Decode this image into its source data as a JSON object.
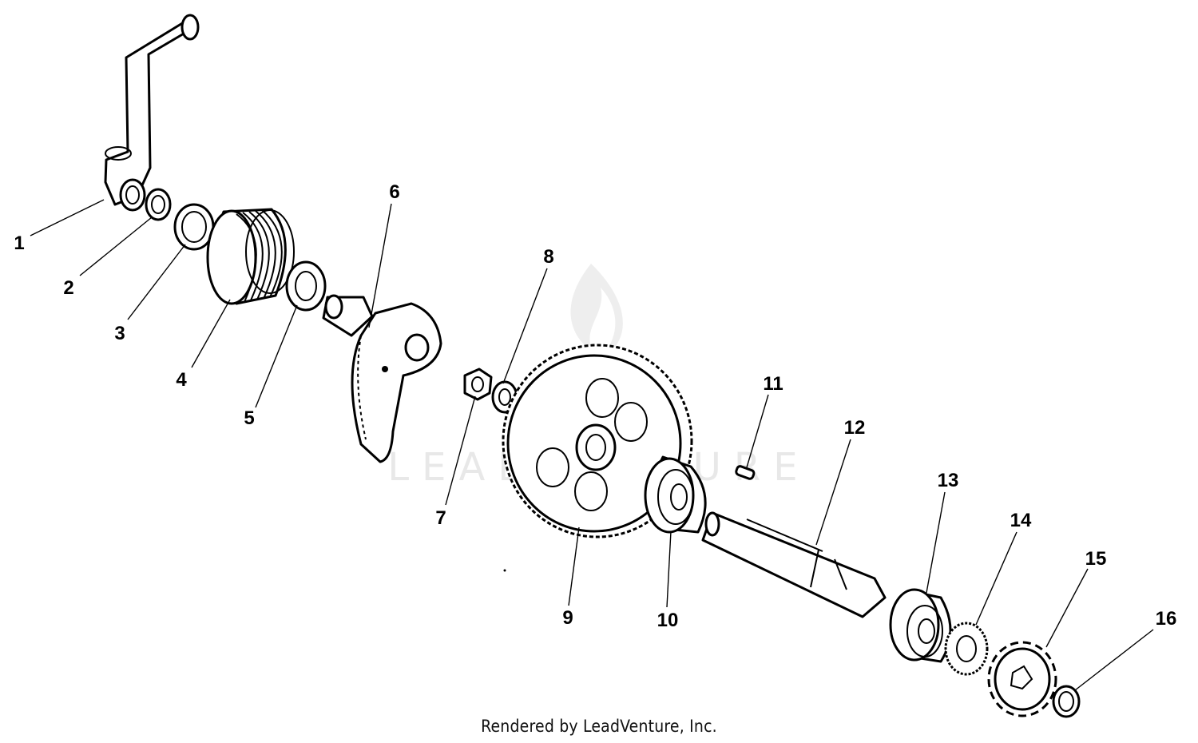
{
  "watermark": {
    "text": "LEADVENTURE"
  },
  "credit": "Rendered by LeadVenture, Inc.",
  "callouts": [
    "1",
    "2",
    "3",
    "4",
    "5",
    "6",
    "7",
    "8",
    "9",
    "10",
    "11",
    "12",
    "13",
    "14",
    "15",
    "16"
  ],
  "colors": {
    "line": "#000000",
    "background": "#ffffff",
    "watermark": "#e8e8e8"
  }
}
